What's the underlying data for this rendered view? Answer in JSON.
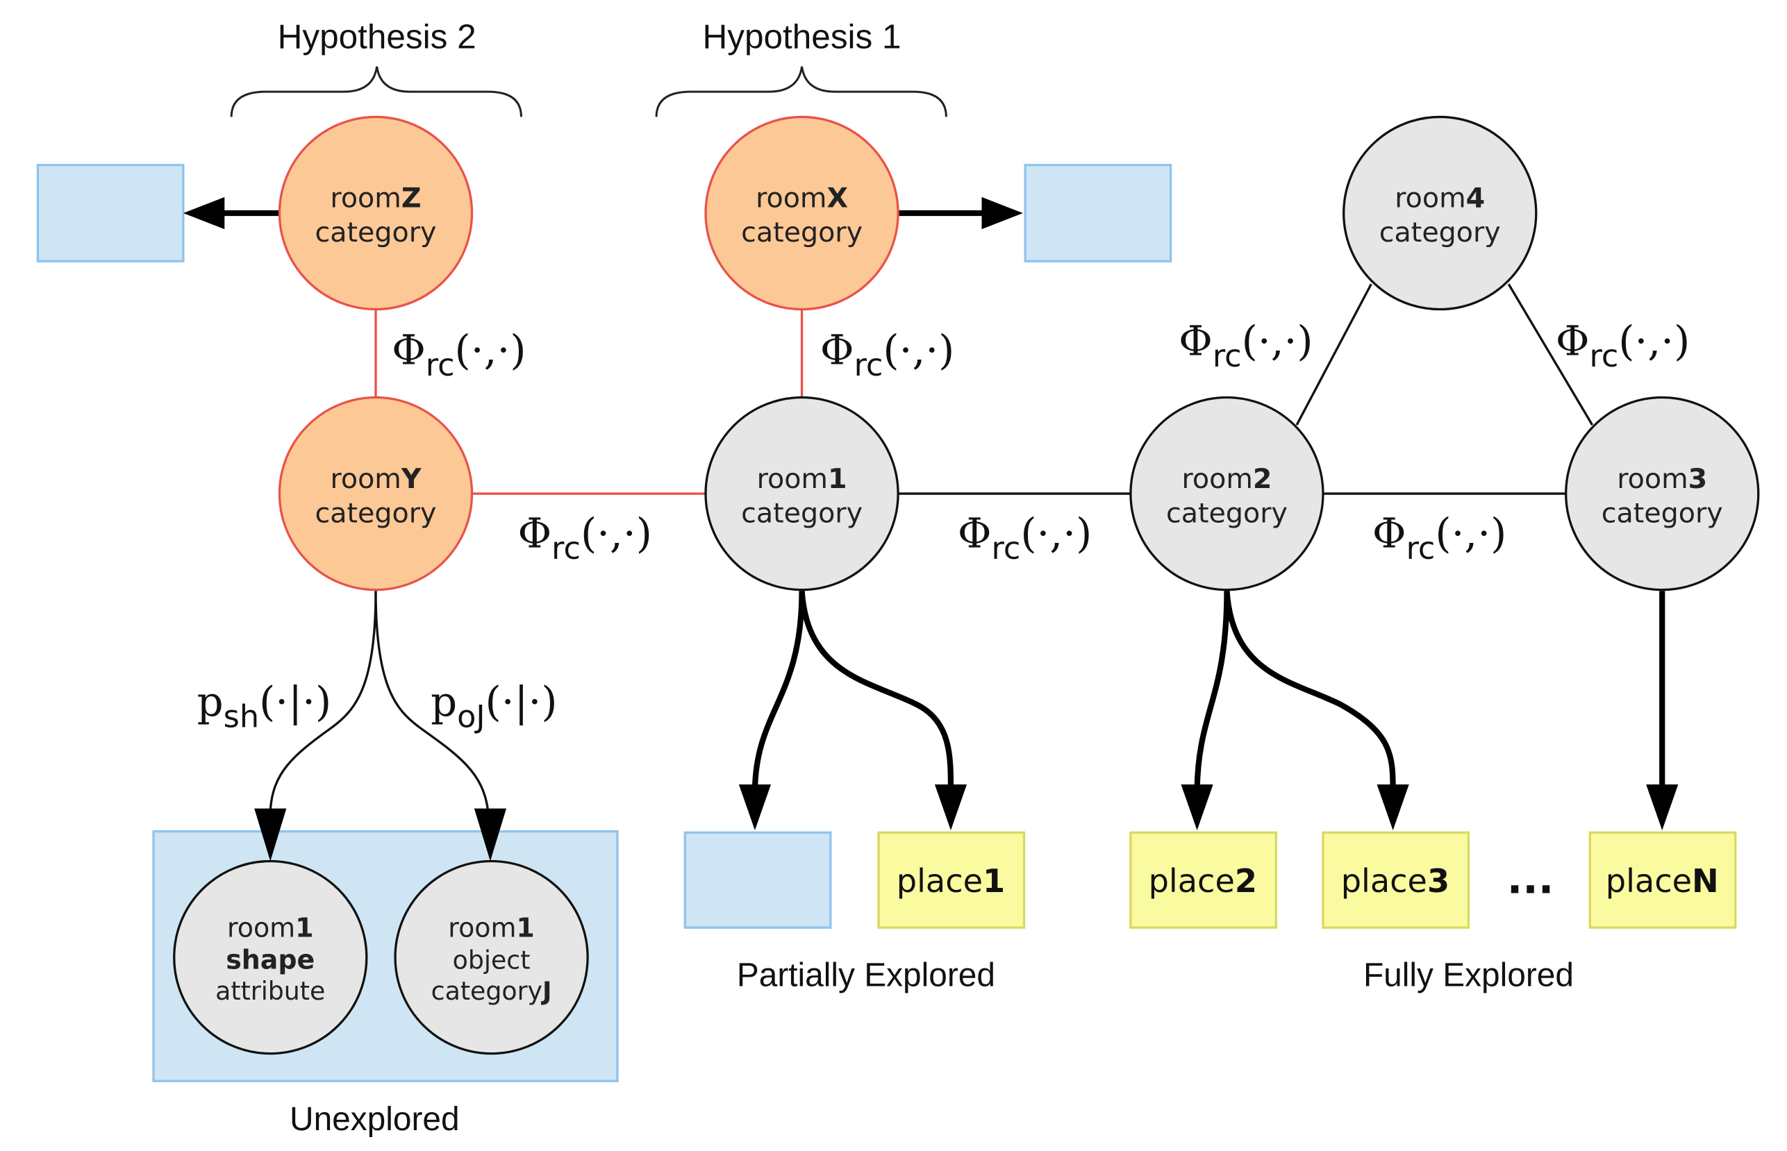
{
  "captions": {
    "hypothesis_2": "Hypothesis 2",
    "hypothesis_1": "Hypothesis 1",
    "unexplored": "Unexplored",
    "partially_explored": "Partially Explored",
    "fully_explored": "Fully Explored"
  },
  "nodes": {
    "roomZ": {
      "prefix": "room",
      "id": "Z",
      "line2": "category"
    },
    "roomX": {
      "prefix": "room",
      "id": "X",
      "line2": "category"
    },
    "room4": {
      "prefix": "room",
      "id": "4",
      "line2": "category"
    },
    "roomY": {
      "prefix": "room",
      "id": "Y",
      "line2": "category"
    },
    "room1": {
      "prefix": "room",
      "id": "1",
      "line2": "category"
    },
    "room2": {
      "prefix": "room",
      "id": "2",
      "line2": "category"
    },
    "room3": {
      "prefix": "room",
      "id": "3",
      "line2": "category"
    },
    "shape_attr": {
      "prefix": "room",
      "id": "1",
      "line2": "shape",
      "line3": "attribute"
    },
    "object_cat": {
      "prefix": "room",
      "id": "1",
      "line2": "object",
      "line3_prefix": "category",
      "line3_id": "J"
    }
  },
  "places": {
    "place1": {
      "prefix": "place",
      "id": "1"
    },
    "place2": {
      "prefix": "place",
      "id": "2"
    },
    "place3": {
      "prefix": "place",
      "id": "3"
    },
    "placeN": {
      "prefix": "place",
      "id": "N"
    },
    "ellipsis": "..."
  },
  "factors": {
    "phi_symbol": "Φ",
    "phi_sub": "rc",
    "phi_args": "(·,·)",
    "p_symbol": "p",
    "p_sh_sub": "sh",
    "p_oj_sub": "oJ",
    "p_args": "(·|·)"
  },
  "colors": {
    "hypothesis_fill": "#fcc896",
    "hypothesis_stroke": "#e8534a",
    "node_fill": "#e6e6e6",
    "node_stroke": "#111111",
    "unexplored_fill": "#cfe5f4",
    "unexplored_stroke": "#8fc3ee",
    "place_fill": "#fafaa0",
    "place_stroke": "#d9d960",
    "hypothesis_edge": "#e8534a"
  }
}
